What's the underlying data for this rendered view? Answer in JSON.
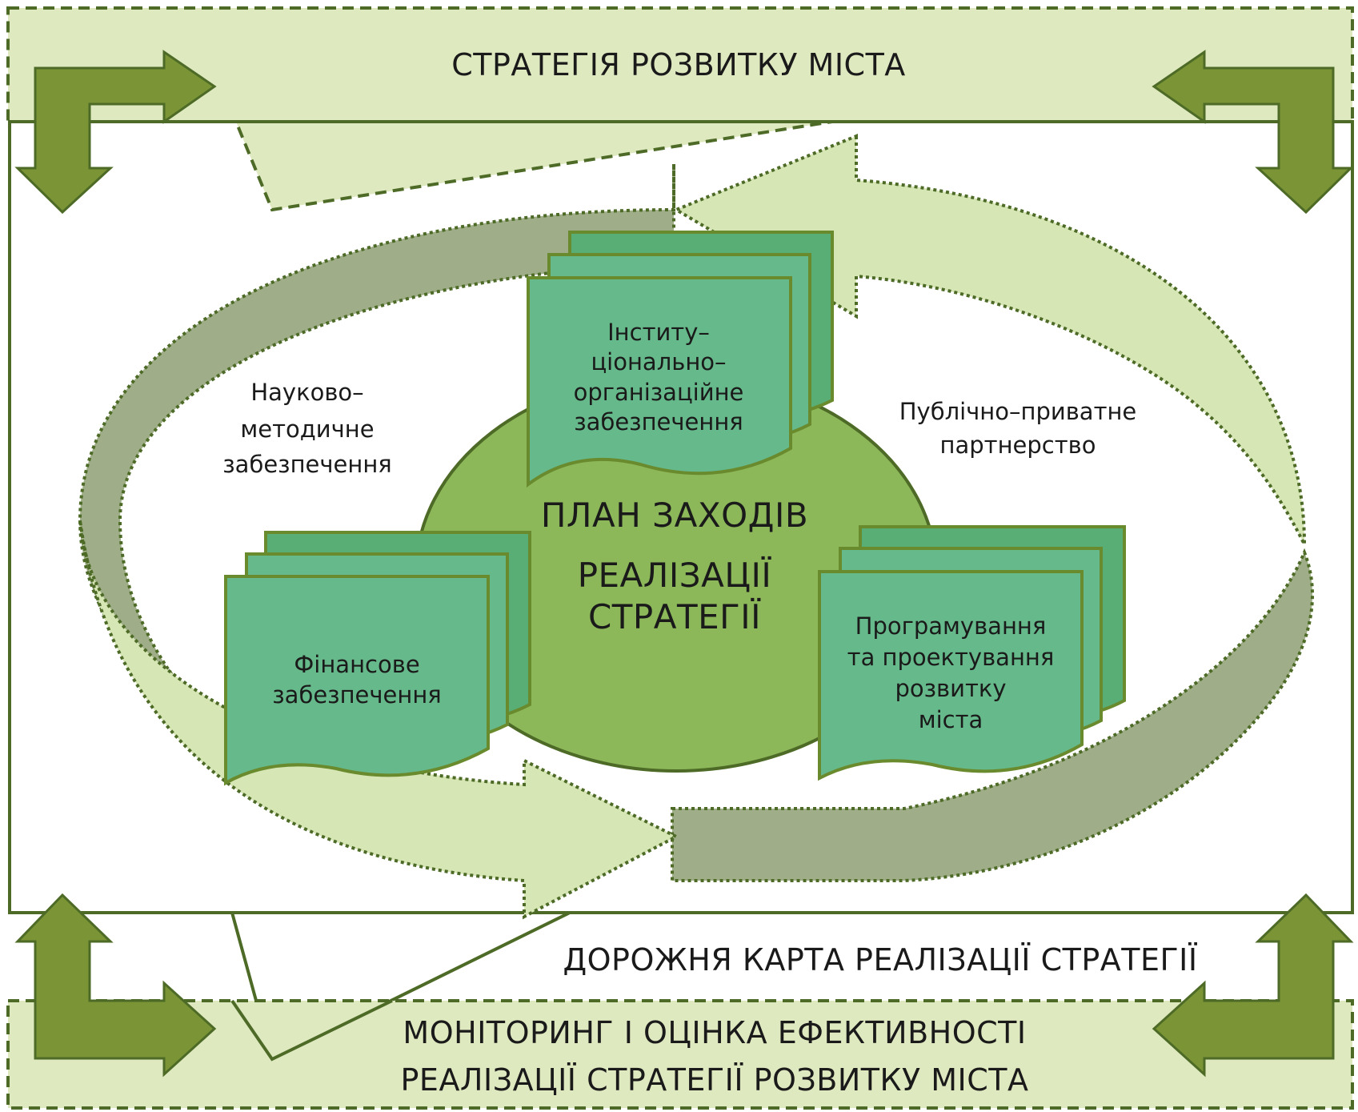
{
  "top_banner": {
    "title": "СТРАТЕГІЯ РОЗВИТКУ МІСТА"
  },
  "center": {
    "line1": "ПЛАН ЗАХОДІВ",
    "line2": "РЕАЛІЗАЦІЇ",
    "line3": "СТРАТЕГІЇ"
  },
  "docs": {
    "institutional": {
      "l1": "Інститу–",
      "l2": "ціонально–",
      "l3": "організаційне",
      "l4": "забезпечення"
    },
    "financial": {
      "l1": "Фінансове",
      "l2": "забезпечення"
    },
    "programming": {
      "l1": "Програмування",
      "l2": "та проектування",
      "l3": "розвитку",
      "l4": "міста"
    }
  },
  "side_labels": {
    "scientific": {
      "l1": "Науково–",
      "l2": "методичне",
      "l3": "забезпечення"
    },
    "ppp": {
      "l1": "Публічно–приватне",
      "l2": "партнерство"
    }
  },
  "roadmap": {
    "title": "ДОРОЖНЯ КАРТА РЕАЛІЗАЦІЇ СТРАТЕГІЇ"
  },
  "bottom_banner": {
    "line1": "МОНІТОРИНГ І ОЦІНКА ЕФЕКТИВНОСТІ",
    "line2": "РЕАЛІЗАЦІЇ СТРАТЕГІЇ РОЗВИТКУ МІСТА"
  },
  "colors": {
    "banner_fill": "#dfe9c0",
    "outline": "#4d6b26",
    "block_arrow": "#7a9436",
    "circle": "#8cb85a",
    "doc_light": "#66b98a",
    "doc_dark": "#22a24e",
    "arc_light": "#d6e6b4",
    "arc_dark": "#9fae88"
  }
}
